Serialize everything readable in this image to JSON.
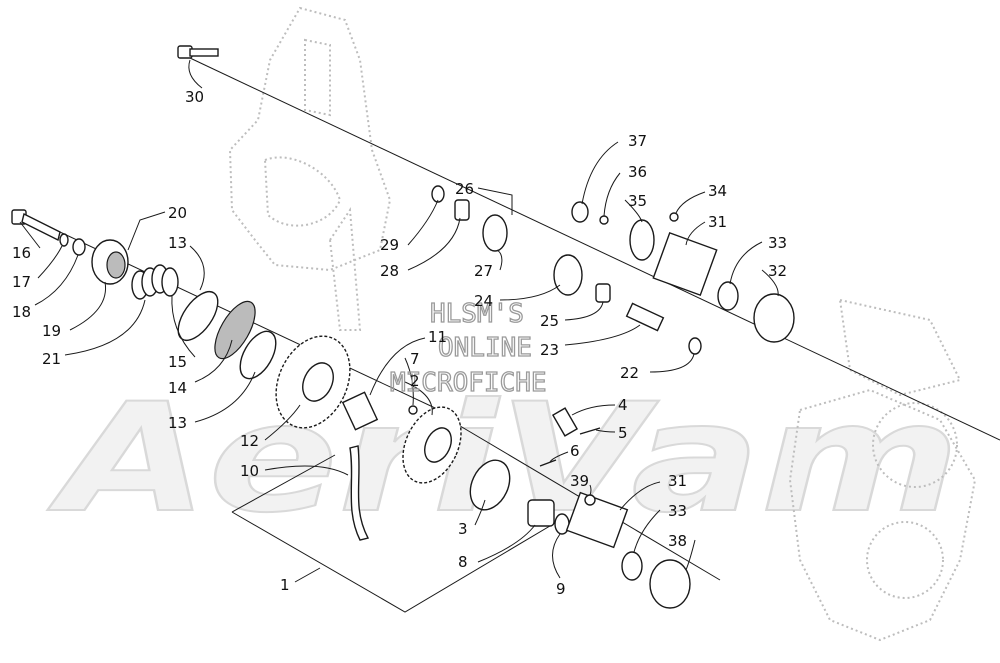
{
  "watermark": {
    "logo": "AeriVam",
    "lines": [
      "HLSM'S",
      "ONLINE",
      "MICROFICHE"
    ]
  },
  "callouts": [
    "30",
    "16",
    "17",
    "18",
    "19",
    "20",
    "21",
    "13",
    "15",
    "14",
    "13",
    "12",
    "11",
    "7",
    "2",
    "10",
    "29",
    "28",
    "26",
    "27",
    "24",
    "25",
    "23",
    "22",
    "37",
    "36",
    "35",
    "34",
    "31",
    "33",
    "32",
    "4",
    "5",
    "6",
    "39",
    "31",
    "33",
    "38",
    "3",
    "8",
    "9",
    "1"
  ]
}
